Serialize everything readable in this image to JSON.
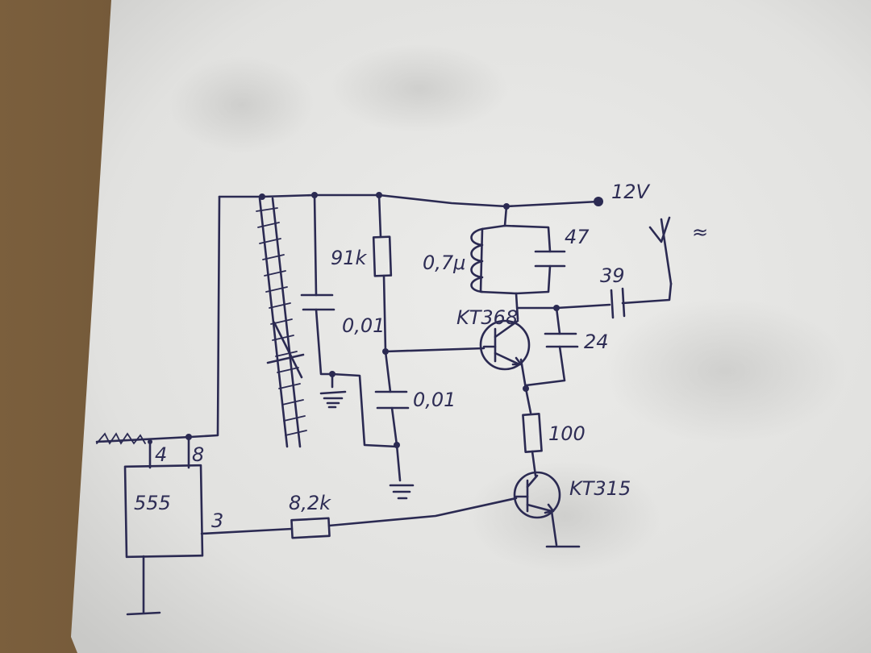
{
  "photo": {
    "subject": "hand-drawn-circuit-on-paper",
    "colors": {
      "desk": "#6b5236",
      "paper": "#e4e4e2",
      "ink": "#2b2a52"
    }
  },
  "labels": {
    "supply": "12V",
    "r_bias": "91k",
    "c_decouple": "0,01",
    "c_base": "0,01",
    "inductor": "0,7μ",
    "c_tank": "47",
    "c_coupling": "39",
    "c_feedback": "24",
    "t1": "KT368",
    "t2": "KT315",
    "r_emitter": "100",
    "r_drive": "8,2k",
    "ic": "555",
    "pin4": "4",
    "pin8": "8",
    "pin3": "3",
    "antenna_sym": "≈"
  }
}
